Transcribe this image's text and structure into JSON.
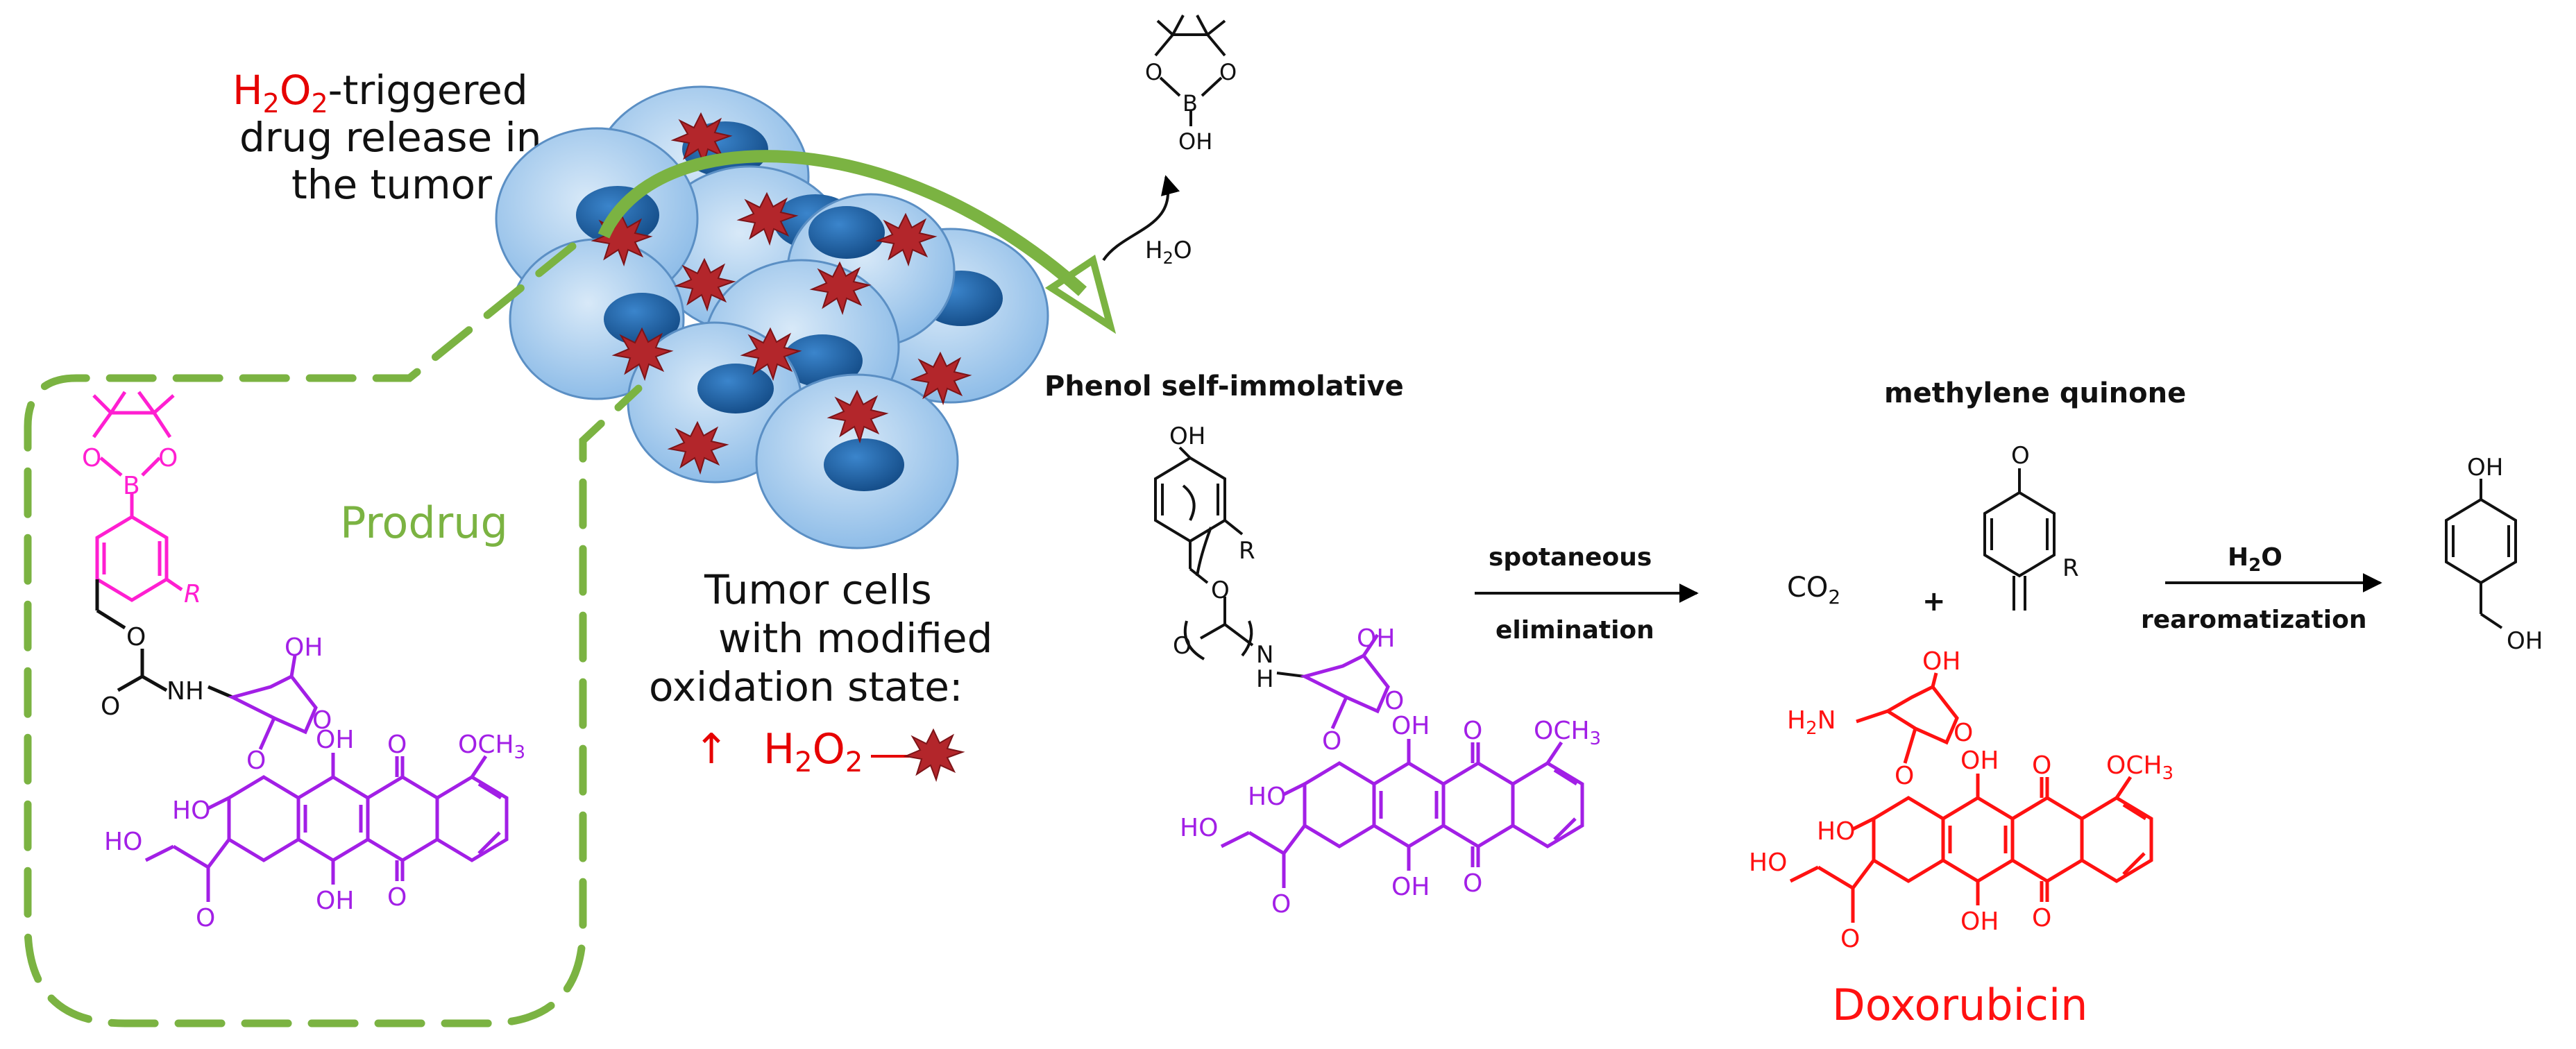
{
  "title": {
    "h2o2_h": "H",
    "h2o2_2a": "2",
    "h2o2_o": "O",
    "h2o2_2b": "2",
    "line1_rest": "-triggered",
    "line2": "drug release in",
    "line3": "the tumor"
  },
  "prodrug": {
    "label": "Prodrug",
    "atoms": {
      "o_left": "O",
      "b": "B",
      "o_right": "O",
      "r": "R",
      "o_ester": "O",
      "o_carbonyl": "O",
      "nh": "NH",
      "oh_sugar": "OH",
      "o_ring": "O",
      "o_glyco": "O",
      "oh_top": "OH",
      "o_quinone_top": "O",
      "och3": "OCH",
      "och3_sub": "3",
      "ho_chain": "HO",
      "ho_ring": "HO",
      "o_keto": "O",
      "oh_bottom": "OH",
      "o_quinone_bottom": "O"
    }
  },
  "tumor": {
    "line1": "Tumor cells",
    "line2": "with modified",
    "line3": "oxidation state:",
    "arrow": "↑",
    "h2o2_h": "H",
    "h2o2_2a": "2",
    "h2o2_o": "O",
    "h2o2_2b": "2"
  },
  "byproduct": {
    "o1": "O",
    "o2": "O",
    "b": "B",
    "oh": "OH",
    "h2o_h": "H",
    "h2o_2": "2",
    "h2o_o": "O"
  },
  "intermediate": {
    "title": "Phenol self-immolative",
    "atoms": {
      "oh": "OH",
      "r": "R",
      "o_ester": "O",
      "o_carbonyl": "O",
      "nh_n": "N",
      "nh_h": "H",
      "oh_sugar": "OH",
      "o_ring": "O",
      "o_glyco": "O",
      "oh_top": "OH",
      "o_quinone_top": "O",
      "och3": "OCH",
      "och3_sub": "3",
      "ho_chain": "HO",
      "ho_ring": "HO",
      "o_keto": "O",
      "oh_bottom": "OH",
      "o_quinone_bottom": "O"
    }
  },
  "step1": {
    "top": "spotaneous",
    "bottom": "elimination"
  },
  "products": {
    "co2": "CO",
    "co2_sub": "2",
    "plus": "+",
    "quinone_title": "methylene quinone",
    "quinone_o": "O",
    "quinone_r": "R"
  },
  "step2": {
    "top_h": "H",
    "top_2": "2",
    "top_o": "O",
    "bottom": "rearomatization"
  },
  "final": {
    "oh_top": "OH",
    "oh_bottom": "OH"
  },
  "doxorubicin": {
    "label": "Doxorubicin",
    "atoms": {
      "h2n_h": "H",
      "h2n_2": "2",
      "h2n_n": "N",
      "oh_sugar": "OH",
      "o_ring": "O",
      "o_glyco": "O",
      "oh_top": "OH",
      "o_quinone_top": "O",
      "och3": "OCH",
      "och3_sub": "3",
      "ho_chain": "HO",
      "ho_ring": "HO",
      "o_keto": "O",
      "oh_bottom": "OH",
      "o_quinone_bottom": "O"
    }
  },
  "colors": {
    "prodrug_green": "#7bb342",
    "boronate_magenta": "#ff1fd1",
    "drug_purple": "#a21fe6",
    "doxorubicin_red": "#ff1111",
    "h2o2_red": "#e60000",
    "cell_fill": "#a9cdef",
    "nucleus": "#1d62a8",
    "ros_star": "#b3262b"
  }
}
